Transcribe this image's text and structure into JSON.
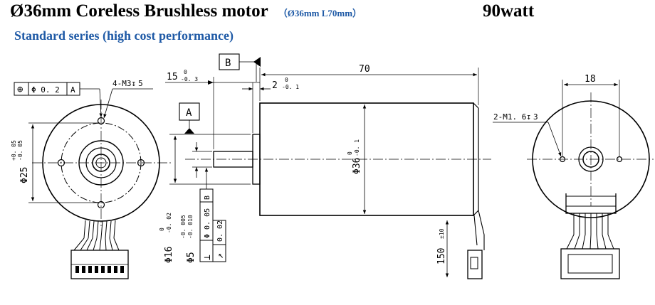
{
  "header": {
    "title": "Ø36mm Coreless Brushless motor",
    "size_spec": "（Ø36mm   L70mm）",
    "power": "90watt",
    "series": "Standard series (high cost performance)"
  },
  "colors": {
    "accent": "#1f5aa6",
    "line": "#000000"
  },
  "front_view": {
    "tolerance_symbol": "⊕",
    "tolerance_value": "Φ 0. 2",
    "tolerance_datum": "A",
    "thread_note": "4-M3",
    "thread_depth_symbol": "↧",
    "thread_depth": "5",
    "pitch_diameter": "Φ25",
    "pitch_tol_upper": "+0. 05",
    "pitch_tol_lower": "-0. 05"
  },
  "side_view": {
    "datum_b": "B",
    "datum_a": "A",
    "length_total": "70",
    "shaft_length": "15",
    "shaft_length_tol_upper": "0",
    "shaft_length_tol_lower": "-0. 3",
    "boss_length": "2",
    "boss_length_tol_upper": "0",
    "boss_length_tol_lower": "-0. 1",
    "body_diameter": "Φ36",
    "body_tol_upper": "0",
    "body_tol_lower": "-0. 1",
    "boss_diameter": "Φ16",
    "boss_tol_upper": "0",
    "boss_tol_lower": "-0. 02",
    "shaft_diameter": "Φ5",
    "shaft_tol_upper": "-0. 005",
    "shaft_tol_lower": "-0. 010",
    "perp_symbol": "⊥",
    "perp_value": "Φ 0. 05",
    "perp_datum": "B",
    "runout_symbol": "↗",
    "runout_value": "0. 02",
    "lead_length": "150",
    "lead_tol": "±10"
  },
  "rear_view": {
    "hole_spacing": "18",
    "thread_note": "2-M1. 6",
    "thread_depth_symbol": "↧",
    "thread_depth": "3"
  }
}
